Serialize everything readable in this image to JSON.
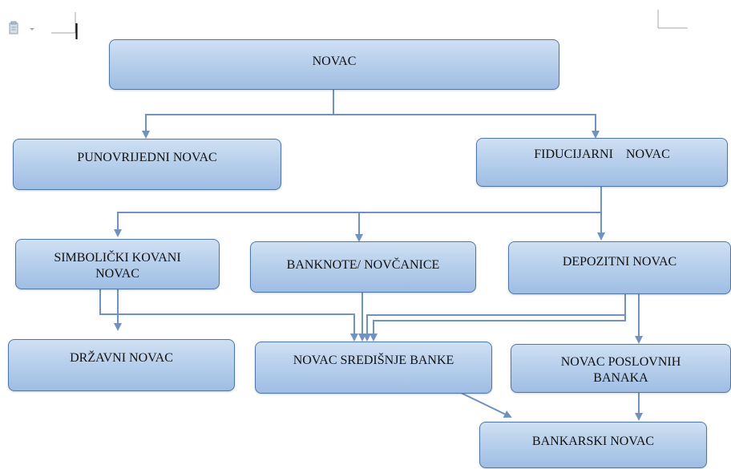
{
  "toolbar": {
    "paste_options_icon": "clipboard-icon"
  },
  "diagram": {
    "root": "NOVAC",
    "punovrijedni": "PUNOVRIJEDNI NOVAC",
    "fiducijarni": "FIDUCIJARNI    NOVAC",
    "simbolicki_line1": "SIMBOLIČKI KOVANI",
    "simbolicki_line2": "NOVAC",
    "banknote": "BANKNOTE/ NOVČANICE",
    "depozitni": "DEPOZITNI NOVAC",
    "drzavni": "DRŽAVNI NOVAC",
    "sredisnje_banke": "NOVAC SREDIŠNJE BANKE",
    "poslovnih_line1": "NOVAC POSLOVNIH",
    "poslovnih_line2": "BANAKA",
    "bankarski": "BANKARSKI NOVAC"
  },
  "colors": {
    "node_border": "#4f76a8",
    "node_fill_top": "#cfe0f3",
    "node_fill_bottom": "#9fbde3",
    "connector": "#6f93be"
  }
}
